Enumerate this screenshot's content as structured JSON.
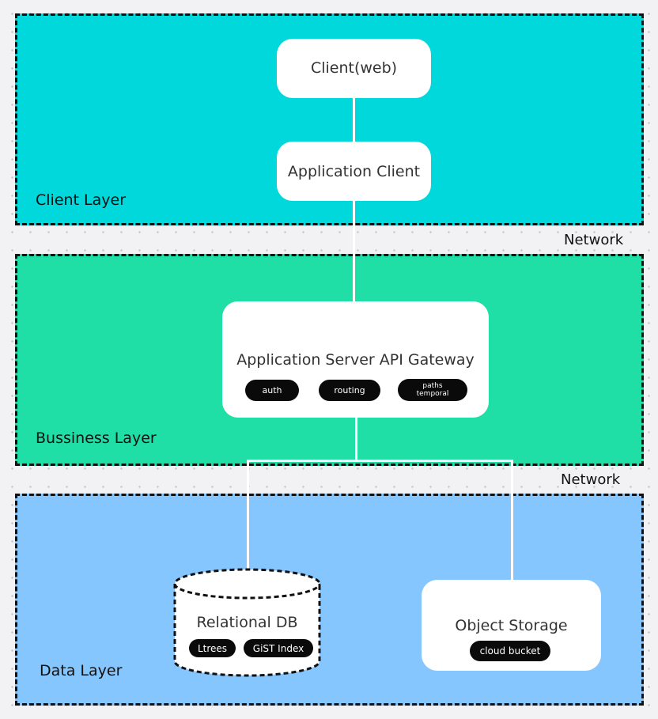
{
  "colors": {
    "client_layer": "#00d8dc",
    "business_layer": "#1fdfa6",
    "data_layer": "#85c6ff",
    "node": "#ffffff",
    "pill": "#0a0a0a",
    "connector": "#ffffff"
  },
  "layers": {
    "client": {
      "label": "Client Layer"
    },
    "business": {
      "label": "Bussiness Layer"
    },
    "data": {
      "label": "Data Layer"
    }
  },
  "networks": [
    "Network",
    "Network"
  ],
  "nodes": {
    "client_web": {
      "title": "Client(web)"
    },
    "app_client": {
      "title": "Application Client"
    },
    "gateway": {
      "title": "Application Server API Gateway",
      "tags": [
        "auth",
        "routing",
        "paths",
        "temporal"
      ]
    },
    "relational_db": {
      "title": "Relational DB",
      "tags": [
        "Ltrees",
        "GiST Index"
      ]
    },
    "object_storage": {
      "title": "Object Storage",
      "tags": [
        "cloud bucket"
      ]
    }
  }
}
